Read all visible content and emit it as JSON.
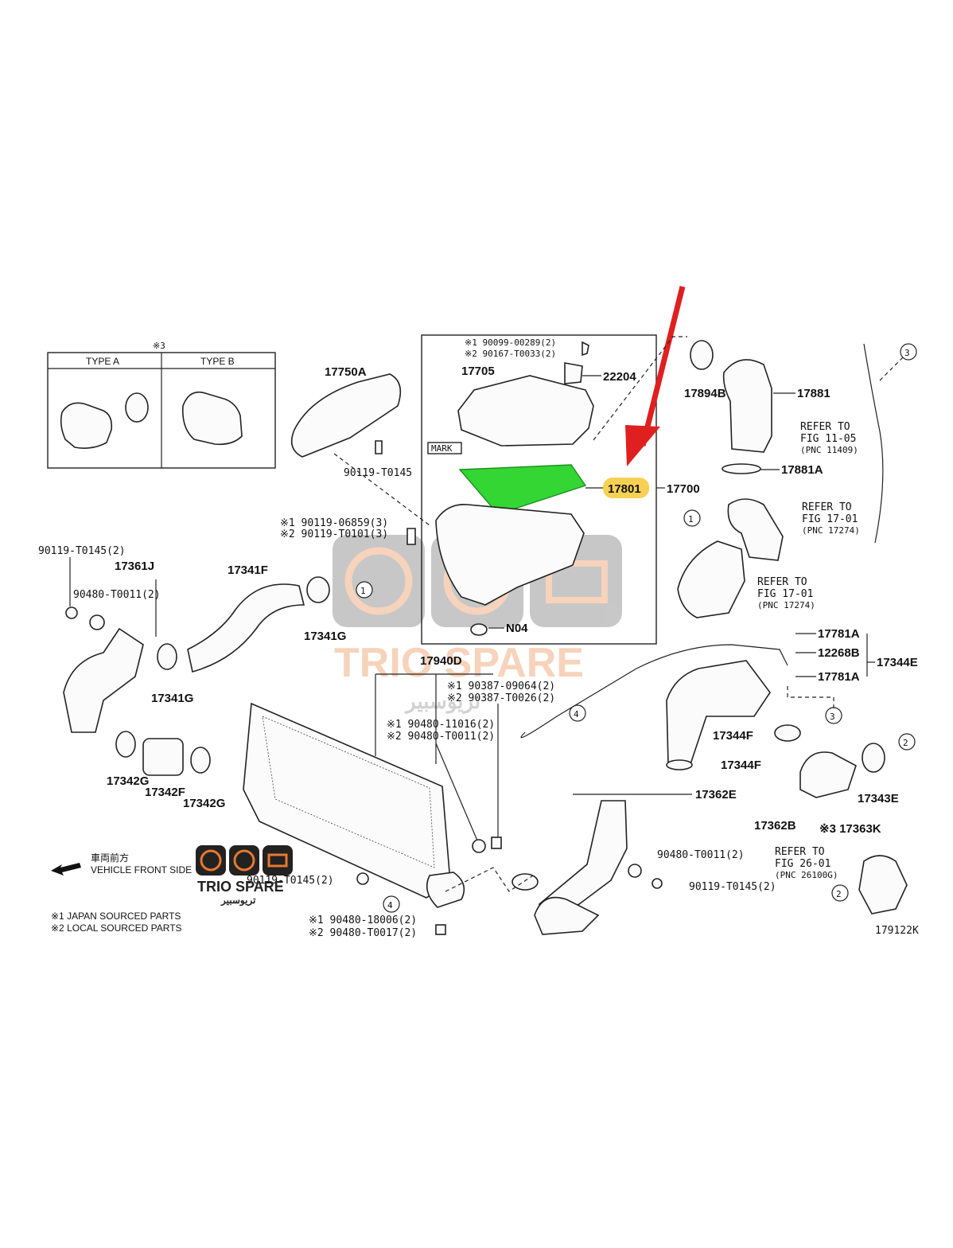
{
  "watermark": {
    "brand": "TRIO SPARE",
    "arabic": "تريوسبير"
  },
  "highlight_color": "#33d633",
  "arrow_color": "#e02020",
  "legend_box": {
    "note": "※3",
    "type_a": "TYPE A",
    "type_b": "TYPE B"
  },
  "air_cleaner_box": {
    "mark": "MARK",
    "screw_1": "※1 90099-00289(2)",
    "screw_2": "※2 90167-T0033(2)",
    "cap": "17705",
    "sensor": "22204",
    "element": "17801",
    "assembly": "17700",
    "n04": "N04"
  },
  "labels": {
    "p17750a": "17750A",
    "p90119_t0145_a": "90119-T0145",
    "bolt1": "※1 90119-06859(3)",
    "bolt2": "※2 90119-T0101(3)",
    "p90119_t0145_2": "90119-T0145(2)",
    "p17361j": "17361J",
    "p90480_t0011_2": "90480-T0011(2)",
    "p17341f": "17341F",
    "p17341g_a": "17341G",
    "p17341g_b": "17341G",
    "p17342g_a": "17342G",
    "p17342f": "17342F",
    "p17342g_b": "17342G",
    "p17940d": "17940D",
    "nut1": "※1 90387-09064(2)",
    "nut2": "※2 90387-T0026(2)",
    "grom1": "※1 90480-11016(2)",
    "grom2": "※2 90480-T0011(2)",
    "p90119_t0145_b": "90119-T0145(2)",
    "plug1": "※1 90480-18006(2)",
    "plug2": "※2 90480-T0017(2)",
    "p17894b": "17894B",
    "p17881": "17881",
    "p17881a": "17881A",
    "refer_11": "REFER TO",
    "refer_11_fig": "FIG 11-05",
    "refer_11_pnc": "(PNC 11409)",
    "refer_17a": "REFER TO",
    "refer_17a_fig": "FIG 17-01",
    "refer_17a_pnc": "(PNC 17274)",
    "refer_17b": "REFER TO",
    "refer_17b_fig": "FIG 17-01",
    "refer_17b_pnc": "(PNC 17274)",
    "p17781a_a": "17781A",
    "p12268b": "12268B",
    "p17781a_b": "17781A",
    "p17344e": "17344E",
    "p17344f_a": "17344F",
    "p17344f_b": "17344F",
    "p17343e": "17343E",
    "p17363k": "※3 17363K",
    "p17362e": "17362E",
    "p17362b": "17362B",
    "p90480_t0011_b": "90480-T0011(2)",
    "p90119_t0145_c": "90119-T0145(2)",
    "refer_26": "REFER TO",
    "refer_26_fig": "FIG 26-01",
    "refer_26_pnc": "(PNC 26100G)",
    "vehicle_front_jp": "車両前方",
    "vehicle_front": "VEHICLE FRONT SIDE",
    "note1": "※1  JAPAN SOURCED PARTS",
    "note2": "※2  LOCAL SOURCED PARTS",
    "figure_no": "179122K"
  },
  "callouts": {
    "c1": "1",
    "c2": "2",
    "c3": "3",
    "c4": "4"
  }
}
